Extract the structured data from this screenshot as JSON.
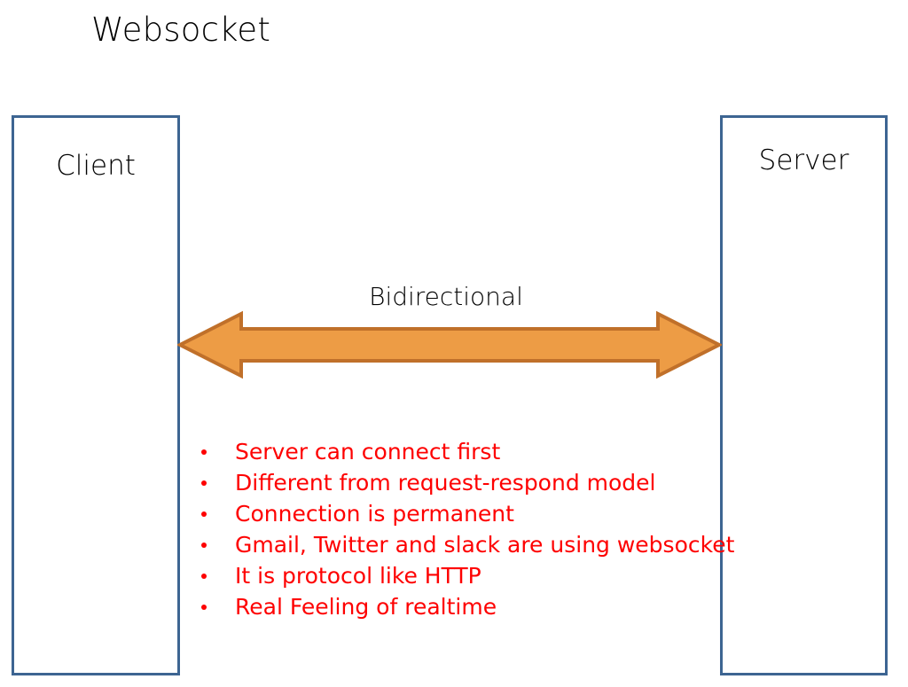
{
  "slide": {
    "title": "Websocket",
    "background_color": "#ffffff"
  },
  "nodes": {
    "client": {
      "label": "Client",
      "border_color": "#3d6592",
      "fill_color": "#ffffff"
    },
    "server": {
      "label": "Server",
      "border_color": "#3d6592",
      "fill_color": "#ffffff"
    }
  },
  "connector": {
    "label": "Bidirectional",
    "type": "double-headed-arrow",
    "fill_color": "#ed9c45",
    "border_color": "#c0702a"
  },
  "notes": {
    "text_color": "#fe0000",
    "items": [
      "Server can connect first",
      "Different from request-respond model",
      "Connection is permanent",
      "Gmail, Twitter and slack are using websocket",
      "It is protocol like HTTP",
      "Real Feeling of realtime"
    ]
  }
}
